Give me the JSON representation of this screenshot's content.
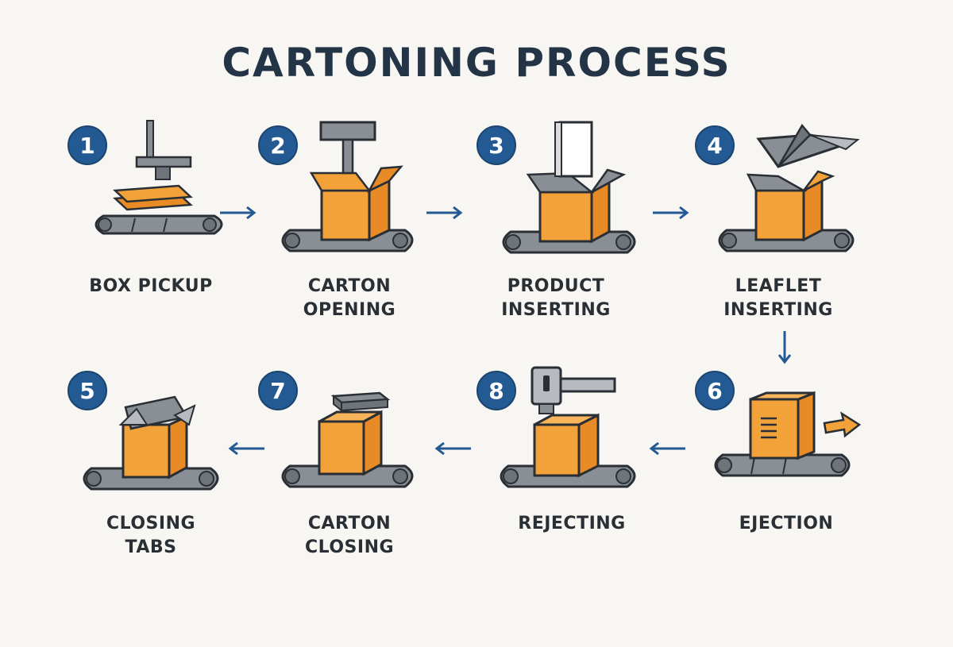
{
  "title": "CARTONING PROCESS",
  "colors": {
    "badge": "#245a94",
    "box": "#f3a23a",
    "box_side": "#e88a26",
    "conveyor": "#8a8f96",
    "outline": "#2a2f36",
    "arrow": "#245a94"
  },
  "steps": [
    {
      "number": "1",
      "line1": "BOX PICKUP",
      "line2": "",
      "icon": "box-pickup-icon"
    },
    {
      "number": "2",
      "line1": "CARTON",
      "line2": "OPENING",
      "icon": "carton-opening-icon"
    },
    {
      "number": "3",
      "line1": "PRODUCT",
      "line2": "INSERTING",
      "icon": "product-inserting-icon"
    },
    {
      "number": "4",
      "line1": "LEAFLET",
      "line2": "INSERTING",
      "icon": "leaflet-inserting-icon"
    },
    {
      "number": "5",
      "line1": "CLOSING",
      "line2": "TABS",
      "icon": "closing-tabs-icon"
    },
    {
      "number": "7",
      "line1": "CARTON",
      "line2": "CLOSING",
      "icon": "carton-closing-icon"
    },
    {
      "number": "8",
      "line1": "REJECTING",
      "line2": "",
      "icon": "rejecting-icon"
    },
    {
      "number": "6",
      "line1": "EJECTION",
      "line2": "",
      "icon": "ejection-icon"
    }
  ]
}
